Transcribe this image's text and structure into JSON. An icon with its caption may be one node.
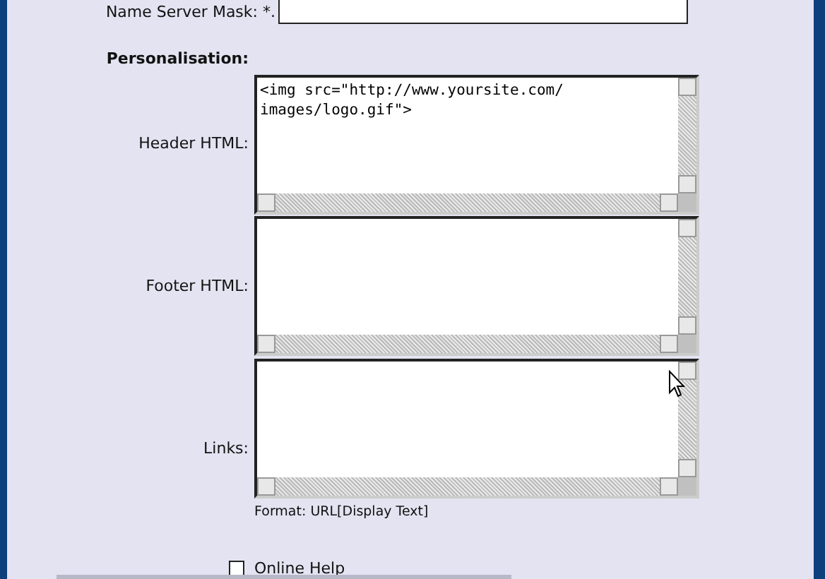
{
  "diagram": {
    "labels": [
      "Name Server Mask: *.",
      "Personalisation:",
      "Header HTML:",
      "<img src=\"http://www.yoursite.com/ images/logo.gif\">",
      "Footer HTML:",
      "Links:",
      "Format: URL[Display Text]",
      "Online Help"
    ]
  }
}
